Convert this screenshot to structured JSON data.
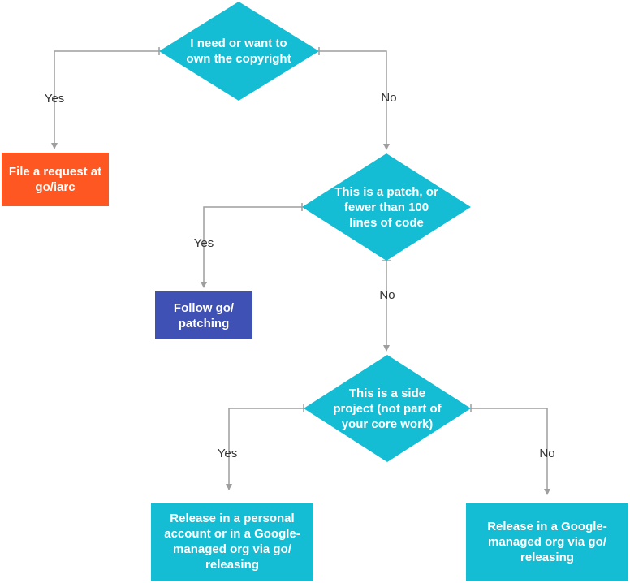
{
  "diagram": {
    "colors": {
      "decision": "#14BCD4",
      "action_orange": "#FF5722",
      "action_indigo": "#3F51B5",
      "action_cyan": "#14BCD4",
      "connector": "#9E9E9E",
      "label_text": "#333333",
      "node_text": "#FFFFFF"
    },
    "decisions": [
      {
        "id": "d1",
        "text": "I need or want to\nown the copyright"
      },
      {
        "id": "d2",
        "text": "This is a patch, or\nfewer than 100\nlines of code"
      },
      {
        "id": "d3",
        "text": "This is a side\nproject (not part of\nyour core work)"
      }
    ],
    "actions": [
      {
        "id": "a1",
        "text": "File a request at\ngo/iarc"
      },
      {
        "id": "a2",
        "text": "Follow go/\npatching"
      },
      {
        "id": "a3",
        "text": "Release in a personal\naccount or in a Google-\nmanaged org via go/\nreleasing"
      },
      {
        "id": "a4",
        "text": "Release in a Google-\nmanaged org via go/\nreleasing"
      }
    ],
    "edges": [
      {
        "from": "d1",
        "to": "a1",
        "label": "Yes"
      },
      {
        "from": "d1",
        "to": "d2",
        "label": "No"
      },
      {
        "from": "d2",
        "to": "a2",
        "label": "Yes"
      },
      {
        "from": "d2",
        "to": "d3",
        "label": "No"
      },
      {
        "from": "d3",
        "to": "a3",
        "label": "Yes"
      },
      {
        "from": "d3",
        "to": "a4",
        "label": "No"
      }
    ]
  }
}
